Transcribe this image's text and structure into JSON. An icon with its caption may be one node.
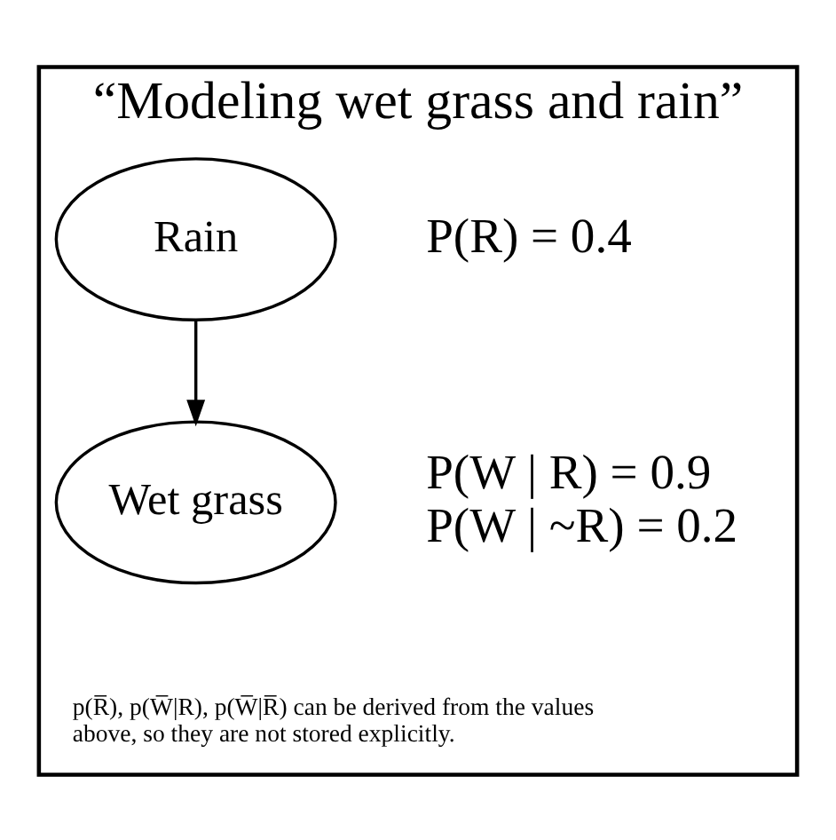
{
  "diagram": {
    "nodes": [
      {
        "text": [
          "“Modeling wet grass and rain”"
        ]
      },
      {
        "text": [
          "Rain"
        ],
        "beside": [
          "P(R) = 0.4"
        ],
        "in": 0
      },
      {
        "text": [
          "Wet grass"
        ],
        "beside": [
          "P(W | R) = 0.9",
          "P(W | ~R) = 0.2"
        ],
        "in": 0
      }
    ],
    "edges": [
      {
        "from": 1,
        "to": 2,
        "arrow": "to"
      }
    ],
    "labels": [
      "p(R̅), p(W̅|R), p(W̅|R̅) can be derived from the values above, so they are not stored explicitly."
    ]
  }
}
